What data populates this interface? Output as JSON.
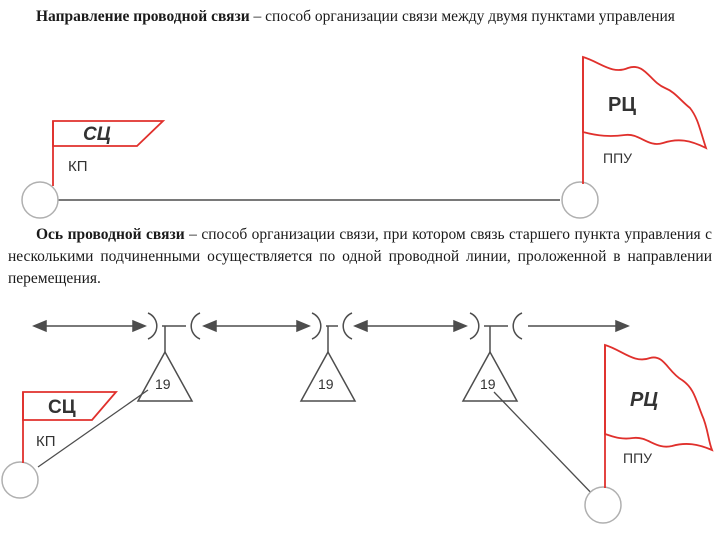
{
  "definitions": [
    {
      "term": "Направление проводной связи",
      "dash": " – ",
      "text": "способ организации связи между двумя пунктами управления"
    },
    {
      "term": "Ось проводной связи",
      "dash": " – ",
      "text": "способ организации связи, при котором связь старшего пункта управления с несколькими подчиненными осуществляется по одной проводной линии, проложенной в направлении перемещения."
    }
  ],
  "diagram_top": {
    "left_flag_label": "СЦ",
    "left_post_label": "КП",
    "right_flag_label": "РЦ",
    "right_post_label": "ППУ"
  },
  "diagram_bottom": {
    "node_labels": [
      "19",
      "19",
      "19"
    ],
    "left_flag_label": "СЦ",
    "left_post_label": "КП",
    "right_flag_label": "РЦ",
    "right_post_label": "ППУ"
  },
  "colors": {
    "flag_red": "#e0302c",
    "line": "#4d4d4d",
    "circle_stroke": "#b0b0b0"
  }
}
